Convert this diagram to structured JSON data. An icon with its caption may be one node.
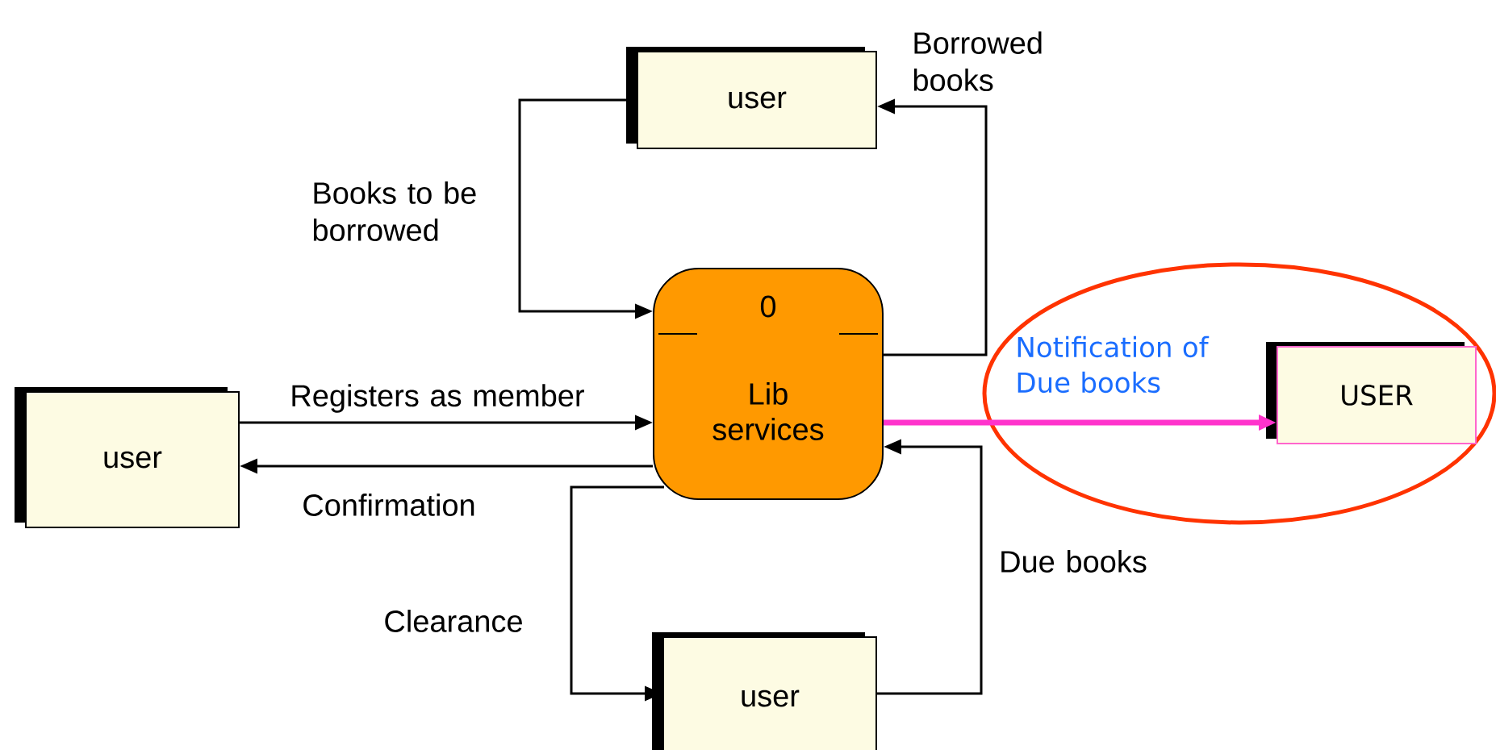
{
  "diagram": {
    "nodes": [
      {
        "text": [
          "user"
        ]
      },
      {
        "text": [
          "0",
          "Lib services"
        ]
      },
      {
        "text": [
          "user"
        ]
      },
      {
        "text": [
          "USER"
        ]
      },
      {
        "text": [
          "user"
        ]
      }
    ],
    "edges": [
      {
        "from": 0,
        "to": 1,
        "arrow": "to",
        "label": "Books to be borrowed"
      },
      {
        "from": 1,
        "to": 0,
        "arrow": "to",
        "label": "Borrowed books"
      },
      {
        "from": 2,
        "to": 1,
        "arrow": "to",
        "label": "Registers as member"
      },
      {
        "from": 1,
        "to": 2,
        "arrow": "to",
        "label": "Confirmation"
      },
      {
        "from": 1,
        "to": 3,
        "arrow": "to",
        "label": "Notification of Due books",
        "color": "#ff33cc",
        "style": "thick"
      },
      {
        "from": 1,
        "to": 4,
        "arrow": "to",
        "label": "Clearance"
      },
      {
        "from": 4,
        "to": 1,
        "arrow": "to",
        "label": "Due books"
      }
    ]
  }
}
